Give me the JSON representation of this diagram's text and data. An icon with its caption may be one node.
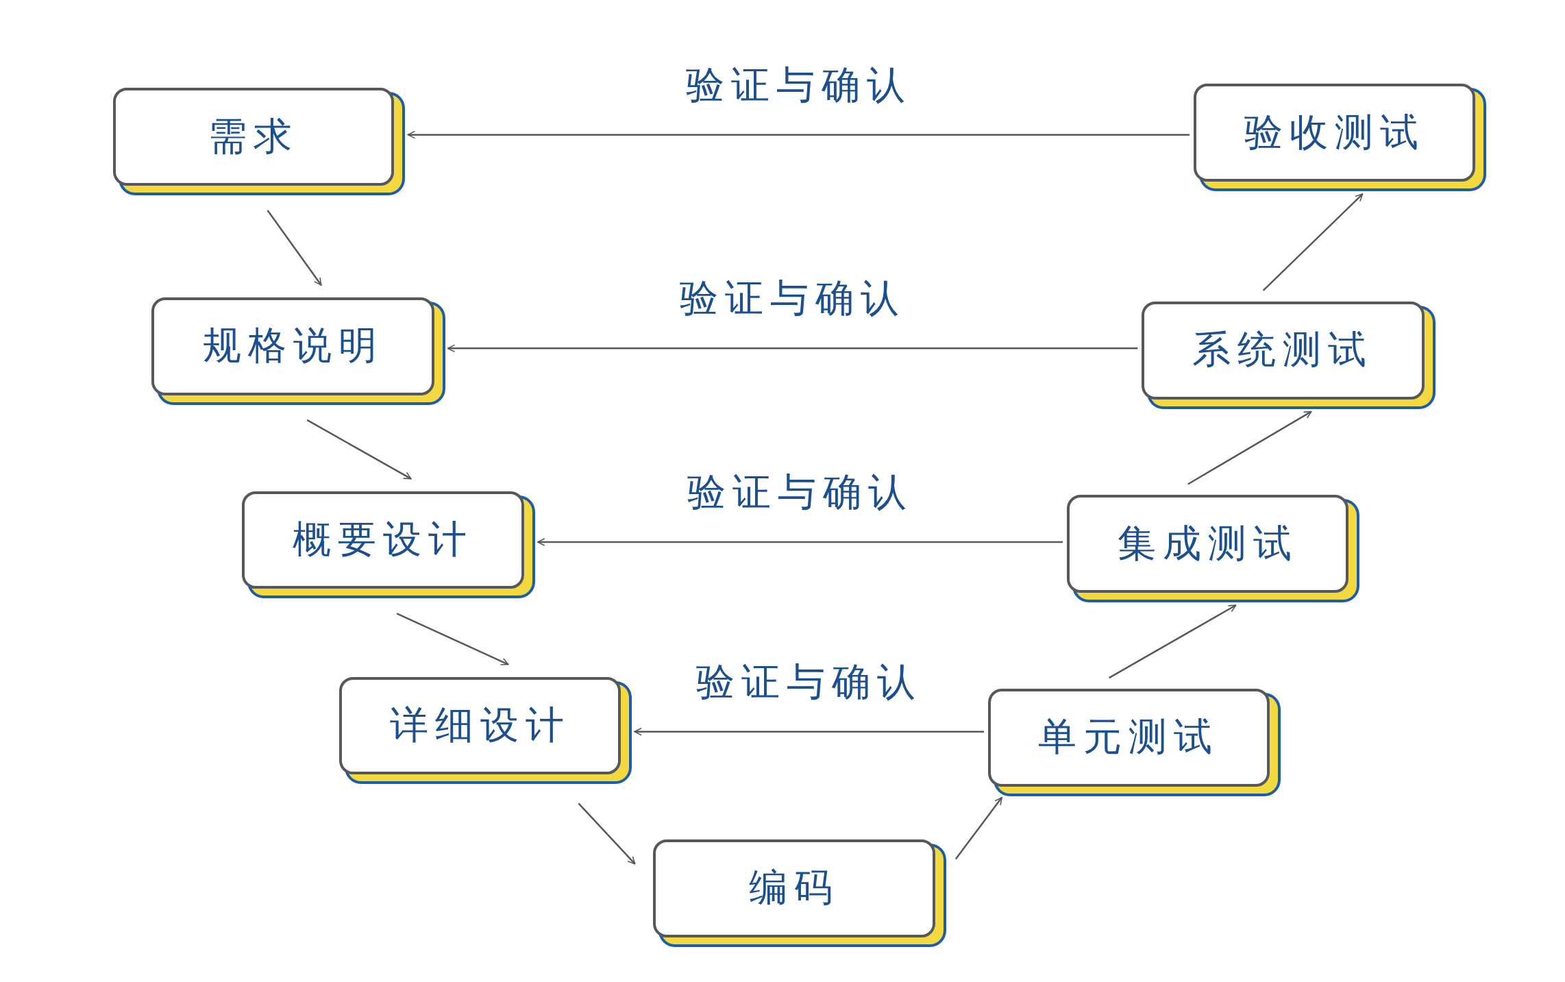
{
  "diagram": {
    "nodes": [
      {
        "text": [
          "需求"
        ]
      },
      {
        "text": [
          "规格说明"
        ]
      },
      {
        "text": [
          "概要设计"
        ]
      },
      {
        "text": [
          "详细设计"
        ]
      },
      {
        "text": [
          "编码"
        ]
      },
      {
        "text": [
          "单元测试"
        ]
      },
      {
        "text": [
          "集成测试"
        ]
      },
      {
        "text": [
          "系统测试"
        ]
      },
      {
        "text": [
          "验收测试"
        ]
      }
    ],
    "edges": [
      {
        "from": 0,
        "to": 1,
        "arrow": "to"
      },
      {
        "from": 1,
        "to": 2,
        "arrow": "to"
      },
      {
        "from": 2,
        "to": 3,
        "arrow": "to"
      },
      {
        "from": 3,
        "to": 4,
        "arrow": "to"
      },
      {
        "from": 4,
        "to": 5,
        "arrow": "to"
      },
      {
        "from": 5,
        "to": 6,
        "arrow": "to"
      },
      {
        "from": 6,
        "to": 7,
        "arrow": "to"
      },
      {
        "from": 7,
        "to": 8,
        "arrow": "to"
      },
      {
        "from": 8,
        "to": 0,
        "arrow": "to",
        "label": "验证与确认"
      },
      {
        "from": 7,
        "to": 1,
        "arrow": "to",
        "label": "验证与确认"
      },
      {
        "from": 6,
        "to": 2,
        "arrow": "to",
        "label": "验证与确认"
      },
      {
        "from": 5,
        "to": 3,
        "arrow": "to",
        "label": "验证与确认"
      }
    ]
  }
}
